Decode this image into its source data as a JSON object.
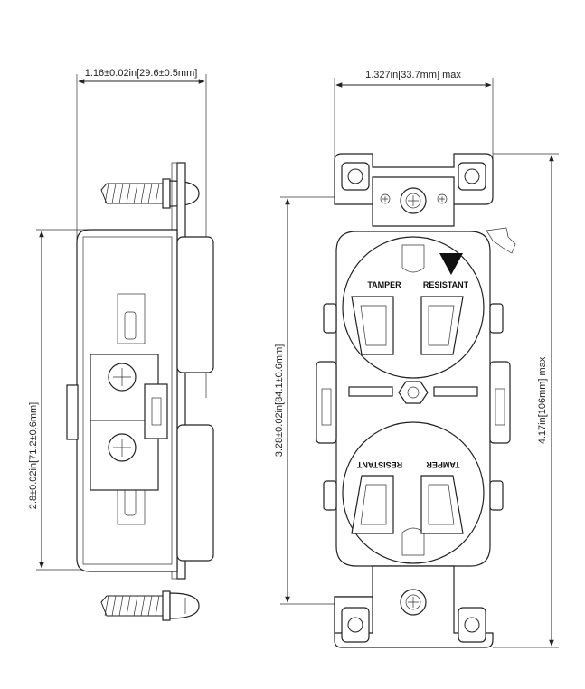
{
  "dimensions": {
    "side_depth": "1.16±0.02in[29.6±0.5mm]",
    "front_width": "1.327in[33.7mm] max",
    "side_body_height": "2.8±0.02in[71.2±0.6mm]",
    "front_body_height": "3.28±0.02in[84.1±0.6mm]",
    "overall_height": "4.17in[106mm] max"
  },
  "receptacle_labels": {
    "top_left": "TAMPER",
    "top_right": "RESISTANT",
    "bottom_left": "RESISTANT",
    "bottom_right": "TAMPER"
  }
}
